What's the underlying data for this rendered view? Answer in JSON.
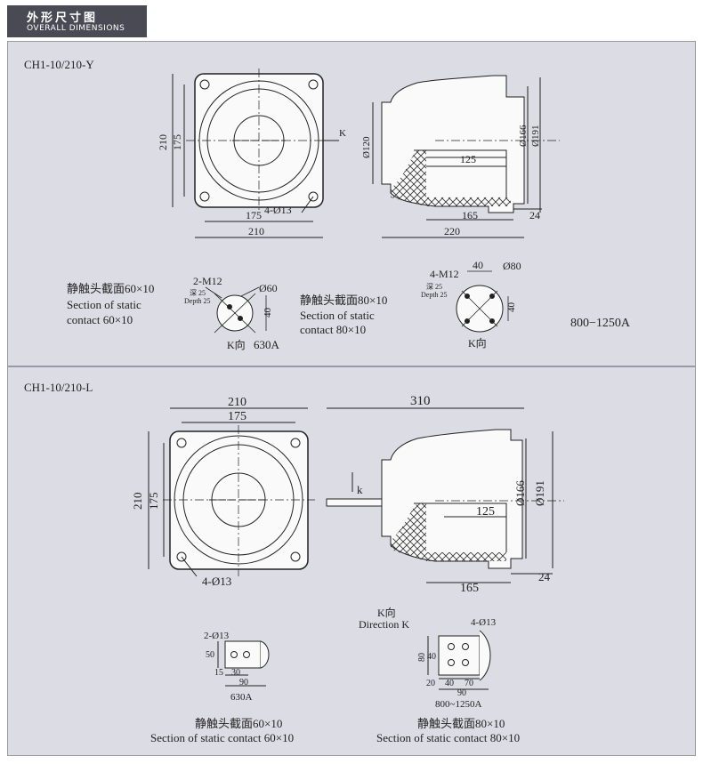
{
  "header": {
    "title_cn": "外形尺寸图",
    "title_en": "OVERALL DIMENSIONS"
  },
  "top": {
    "model": "CH1-10/210-Y",
    "front": {
      "dim_width_outer": "210",
      "dim_width_inner": "175",
      "dim_height_outer": "210",
      "dim_height_inner": "175",
      "holes": "4-Ø13",
      "view_label": "K"
    },
    "side": {
      "dim_dia_120": "Ø120",
      "dim_dia_166": "Ø166",
      "dim_dia_191": "Ø191",
      "dim_125": "125",
      "dim_165": "165",
      "dim_220": "220",
      "dim_24": "24"
    },
    "contact_60": {
      "label_cn": "静触头截面60×10",
      "label_en_1": "Section  of  static",
      "label_en_2": "contact  60×10",
      "thread": "2-M12",
      "depth_cn": "深 25",
      "depth_en": "Depth 25",
      "dia": "Ø60",
      "dim_40": "40",
      "k_view": "K向",
      "current": "630A"
    },
    "contact_80": {
      "label_cn": "静触头截面80×10",
      "label_en_1": "Section  of  static",
      "label_en_2": "contact  80×10",
      "thread": "4-M12",
      "depth_cn": "深 25",
      "depth_en": "Depth 25",
      "dim_40_top": "40",
      "dia": "Ø80",
      "dim_40_side": "40",
      "k_view": "K向",
      "current": "800−1250A"
    }
  },
  "bottom": {
    "model": "CH1-10/210-L",
    "front": {
      "dim_width_outer": "210",
      "dim_width_inner": "175",
      "dim_height_outer": "210",
      "dim_height_inner": "175",
      "holes": "4-Ø13"
    },
    "side": {
      "dim_310": "310",
      "k_label": "k",
      "dim_dia_166": "Ø166",
      "dim_dia_191": "Ø191",
      "dim_125": "125",
      "dim_165": "165",
      "dim_24": "24"
    },
    "contact_60": {
      "holes": "2-Ø13",
      "dim_50": "50",
      "dim_15": "15",
      "dim_30": "30",
      "dim_90": "90",
      "current": "630A",
      "label_cn": "静触头截面60×10",
      "label_en": "Section  of  static  contact  60×10"
    },
    "contact_80": {
      "k_view_cn": "K向",
      "k_view_en": "Direction  K",
      "holes": "4-Ø13",
      "dim_80": "80",
      "dim_40_v": "40",
      "dim_20": "20",
      "dim_40_h": "40",
      "dim_70": "70",
      "dim_90": "90",
      "current": "800~1250A",
      "label_cn": "静触头截面80×10",
      "label_en": "Section  of  static  contact  80×10"
    }
  }
}
